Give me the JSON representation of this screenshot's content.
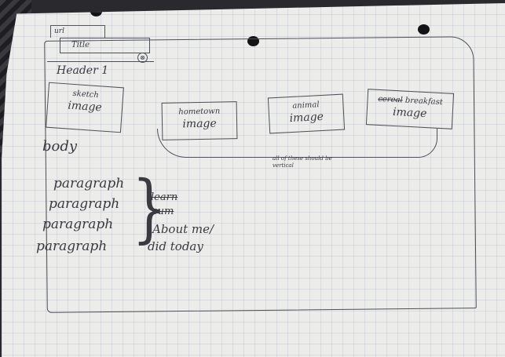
{
  "sketch": {
    "url": "url",
    "tab_title": "Title",
    "close_glyph": "⊗",
    "header": "Header 1",
    "images": [
      {
        "line1": "sketch",
        "line2": "image"
      },
      {
        "line1": "hometown",
        "line2": "image"
      },
      {
        "line1": "animal",
        "line2": "image"
      },
      {
        "line1_struck": "cereal",
        "line1": "breakfast",
        "line2": "image"
      }
    ],
    "images_note": "all of these should be vertical",
    "body_label": "body",
    "paragraphs": [
      "paragraph",
      "paragraph",
      "paragraph",
      "paragraph"
    ],
    "crossed_out": [
      "learn",
      "sum"
    ],
    "about_lines": [
      "About me/",
      "did today"
    ]
  }
}
